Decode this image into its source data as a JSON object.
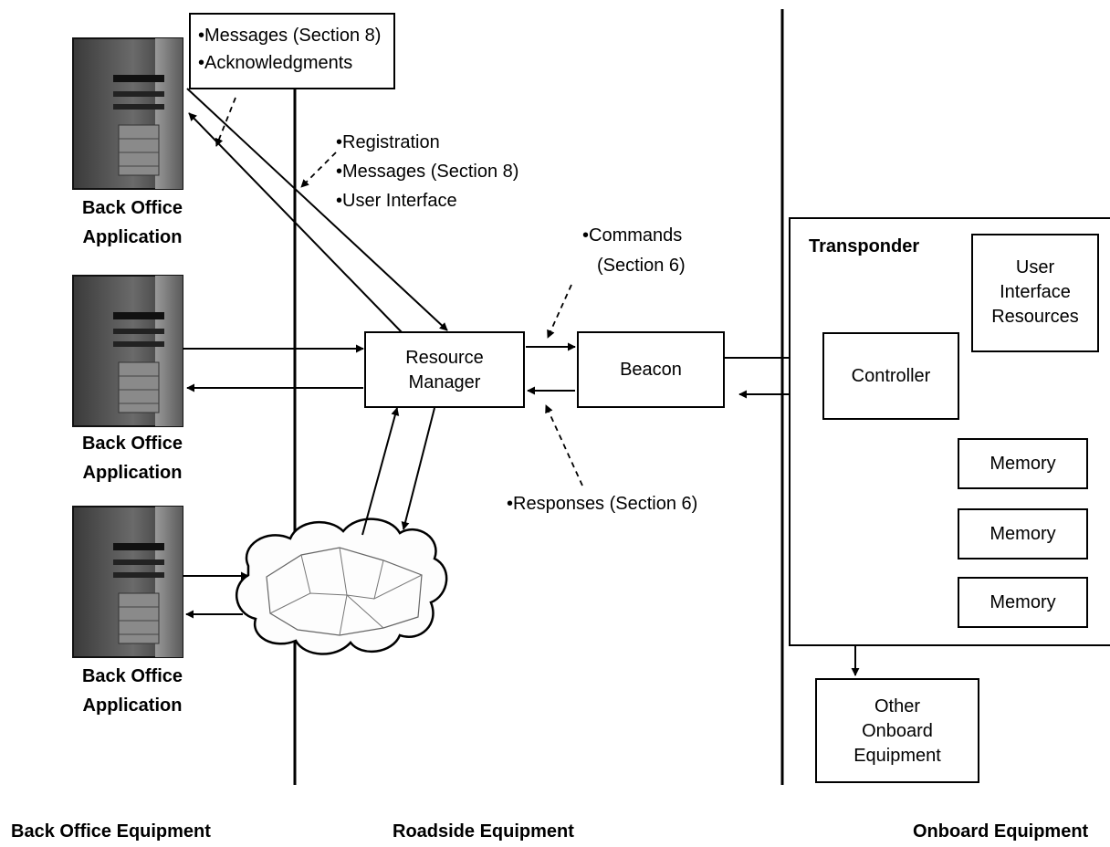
{
  "callouts": {
    "back_office_msgs": [
      "•Messages (Section 8)",
      "•Acknowledgments"
    ],
    "registration": [
      "•Registration",
      "•Messages (Section 8)",
      "•User Interface"
    ],
    "commands": [
      "•Commands",
      "(Section 6)"
    ],
    "responses": "•Responses (Section 6)"
  },
  "servers": [
    {
      "label": [
        "Back Office",
        "Application"
      ]
    },
    {
      "label": [
        "Back Office",
        "Application"
      ]
    },
    {
      "label": [
        "Back Office",
        "Application"
      ]
    }
  ],
  "nodes": {
    "resource_manager": [
      "Resource",
      "Manager"
    ],
    "beacon": "Beacon",
    "transponder": "Transponder",
    "controller": "Controller",
    "ui_resources": [
      "User",
      "Interface",
      "Resources"
    ],
    "memory": [
      "Memory",
      "Memory",
      "Memory"
    ],
    "other_onboard": [
      "Other",
      "Onboard",
      "Equipment"
    ]
  },
  "sections": {
    "back_office": "Back Office Equipment",
    "roadside": "Roadside Equipment",
    "onboard": "Onboard Equipment"
  }
}
